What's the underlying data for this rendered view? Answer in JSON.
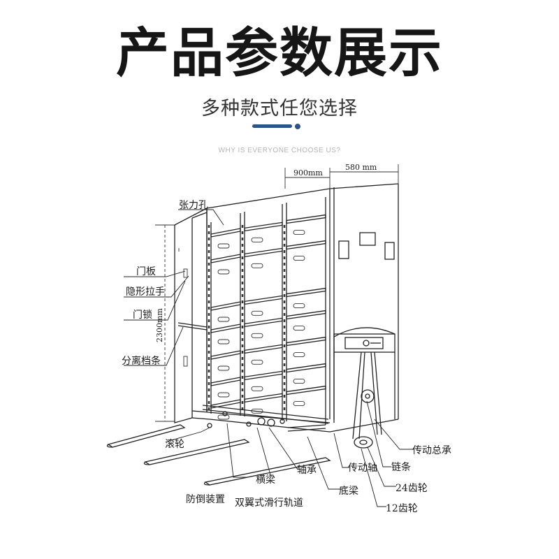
{
  "header": {
    "title": "产品参数展示",
    "subtitle": "多种款式任您选择",
    "tagline": "WHY IS EVERYONE CHOOSE US?",
    "accent_color": "#2c5288"
  },
  "diagram": {
    "dimensions": {
      "width": "900mm",
      "depth": "580 mm",
      "height": "2300mm"
    },
    "labels": {
      "tension_hole": "张力孔",
      "door_panel": "门板",
      "hidden_handle": "隐形拉手",
      "door_lock": "门锁",
      "separator_strip": "分离档条",
      "roller": "滚轮",
      "anti_tip": "防倒装置",
      "double_wing_rail": "双翼式滑行轨道",
      "cross_beam": "横梁",
      "bearing": "轴承",
      "bottom_beam": "底梁",
      "drive_shaft": "传动轴",
      "chain": "链条",
      "drive_assembly": "传动总承",
      "gear_24": "24齿轮",
      "gear_12": "12齿轮"
    }
  }
}
